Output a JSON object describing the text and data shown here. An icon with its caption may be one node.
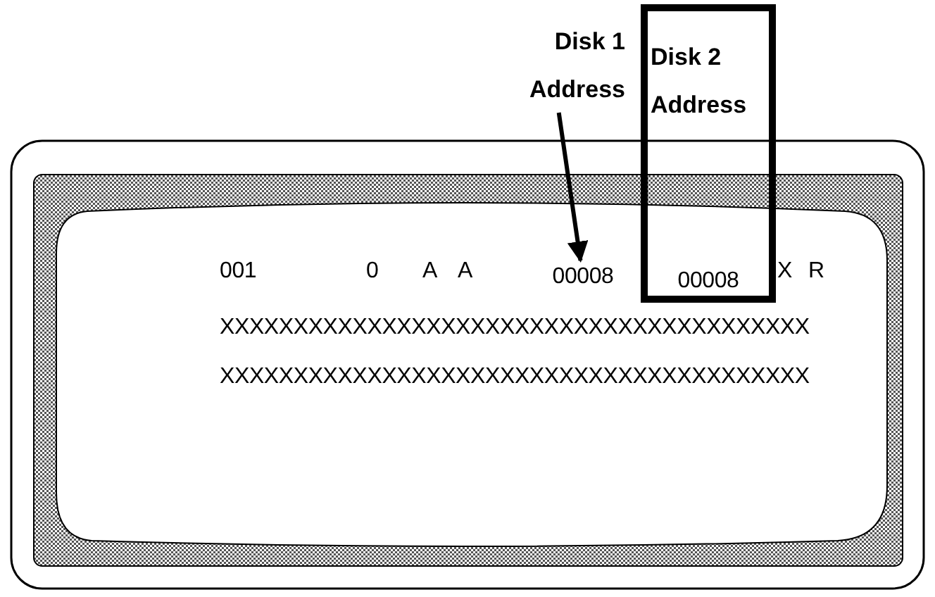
{
  "diagram": {
    "nodes": [
      {
        "text": [
          "Disk 1 Address"
        ]
      },
      {
        "text": [
          "Disk 2 Address"
        ]
      },
      {
        "text": [
          "00008"
        ]
      },
      {
        "text": [
          "00008"
        ],
        "in": 1
      }
    ],
    "edges": [
      {
        "from": 0,
        "to": 2,
        "arrow": "to"
      }
    ],
    "labels": [
      "001",
      "0",
      "A",
      "A",
      "X",
      "R",
      "XXXXXXXXXXXXXXXXXXXXXXXXXXXXXXXXXXXXXXXX",
      "XXXXXXXXXXXXXXXXXXXXXXXXXXXXXXXXXXXXXXXX"
    ]
  }
}
